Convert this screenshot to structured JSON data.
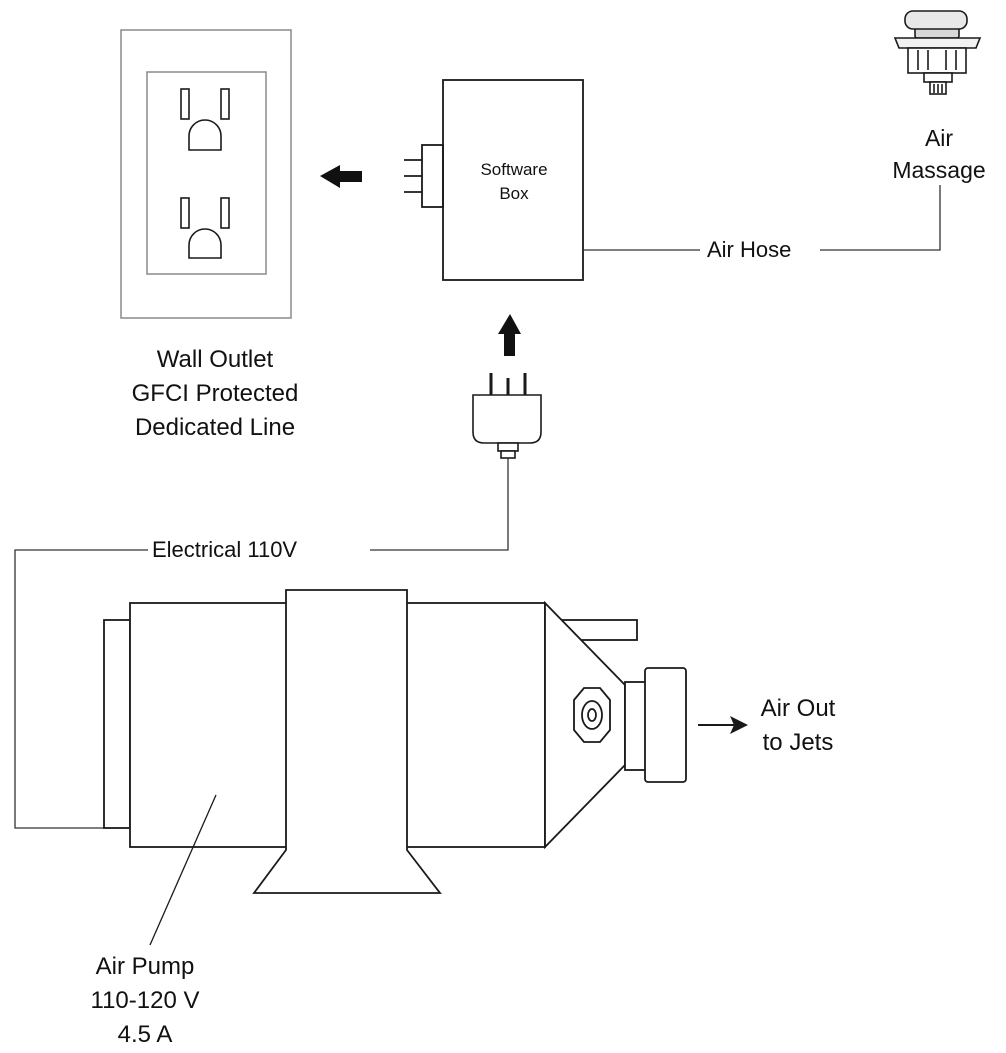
{
  "labels": {
    "software_box": [
      "Software",
      "Box"
    ],
    "air_massage": [
      "Air",
      "Massage"
    ],
    "air_hose": "Air Hose",
    "wall_outlet": [
      "Wall Outlet",
      "GFCI Protected",
      "Dedicated Line"
    ],
    "electrical": "Electrical 110V",
    "air_out": [
      "Air Out",
      "to Jets"
    ],
    "air_pump": [
      "Air Pump",
      "110-120 V",
      "4.5 A"
    ]
  },
  "colors": {
    "stroke": "#1a1a1a",
    "outlet_stroke": "#8a8a8a",
    "background": "#ffffff"
  }
}
